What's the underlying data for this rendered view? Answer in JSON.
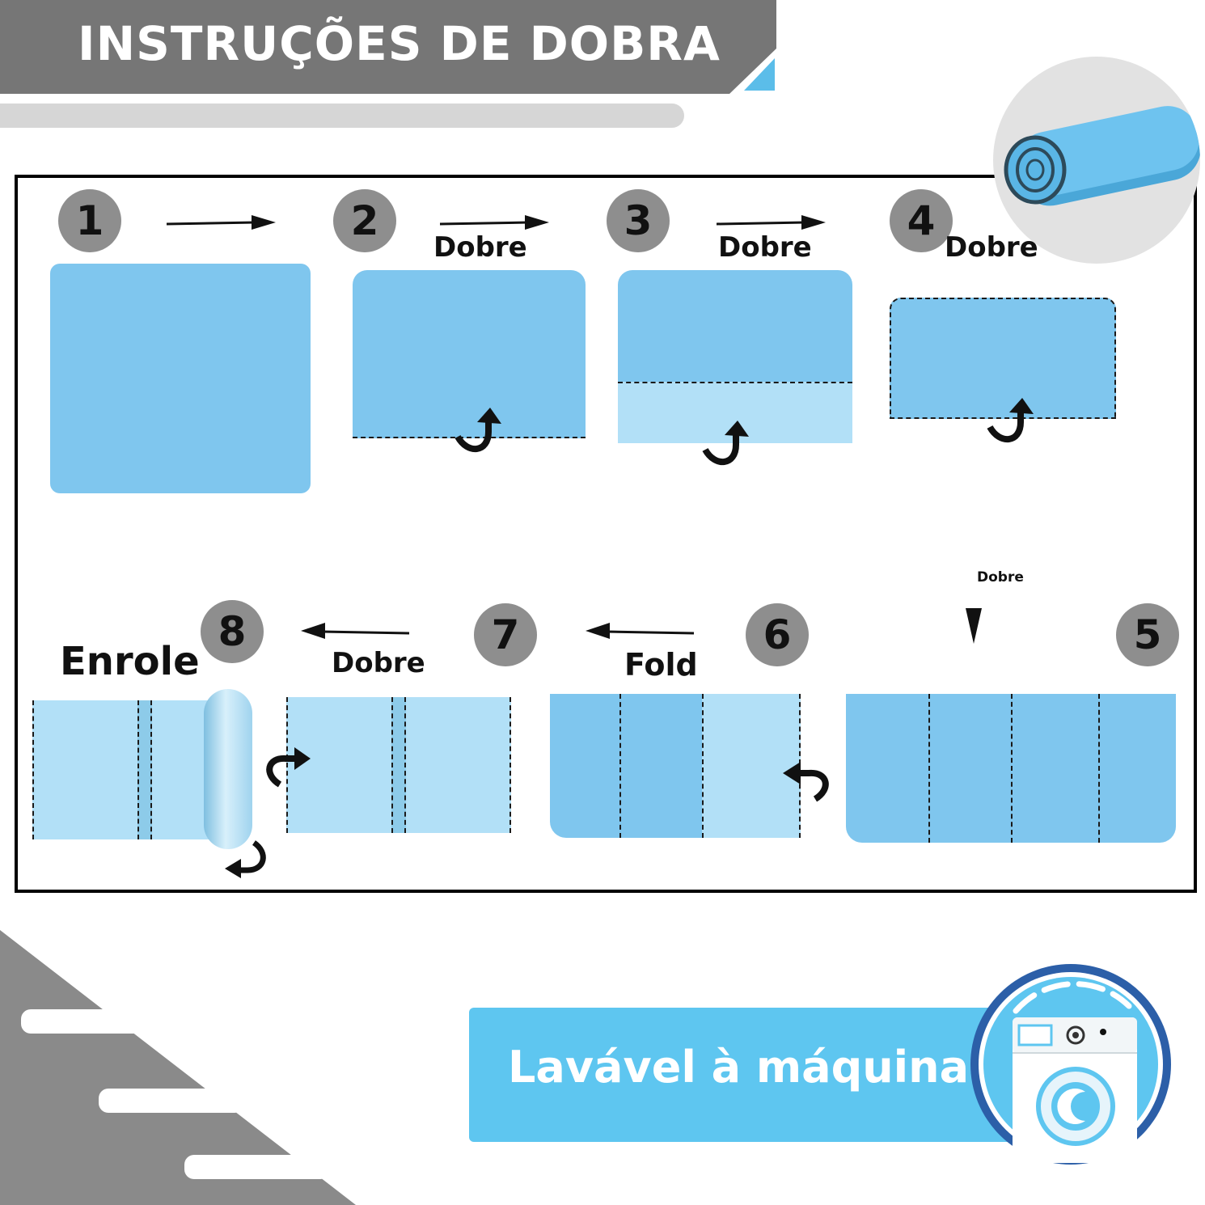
{
  "header": {
    "title": "INSTRUÇÕES DE DOBRA"
  },
  "steps": [
    {
      "number": "1",
      "label": ""
    },
    {
      "number": "2",
      "label": "Dobre"
    },
    {
      "number": "3",
      "label": "Dobre"
    },
    {
      "number": "4",
      "label": "Dobre"
    },
    {
      "number": "5",
      "label": "Dobre"
    },
    {
      "number": "6",
      "label": "Fold"
    },
    {
      "number": "7",
      "label": "Dobre"
    },
    {
      "number": "8",
      "label": "Enrole"
    }
  ],
  "footer": {
    "washable_label": "Lavável à máquina"
  },
  "icons": [
    "arrow-right-icon",
    "arrow-left-icon",
    "arrow-down-icon",
    "fold-curl-icon",
    "rolled-mat-icon",
    "washing-machine-icon"
  ],
  "colors": {
    "banner_grey": "#767676",
    "mat_blue": "#7fc6ee",
    "mat_light_blue": "#b2e0f7",
    "accent_blue": "#5ec6f0",
    "ring_blue": "#2c5fa8"
  }
}
